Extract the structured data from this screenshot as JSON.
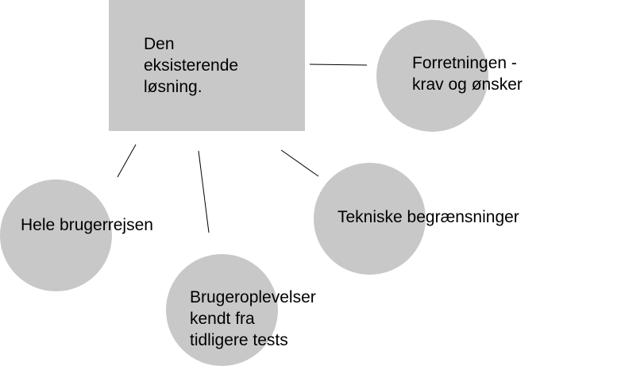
{
  "diagram": {
    "center": {
      "label": "Den\neksisterende\nløsning."
    },
    "nodes": [
      {
        "label": "Forretningen -\nkrav og ønsker"
      },
      {
        "label": "Hele brugerrejsen"
      },
      {
        "label": "Tekniske begrænsninger"
      },
      {
        "label": "Brugeroplevelser\nkendt fra\ntidligere tests"
      }
    ],
    "colors": {
      "node_fill": "#c8c8c8",
      "line": "#000000",
      "text": "#000000"
    }
  }
}
